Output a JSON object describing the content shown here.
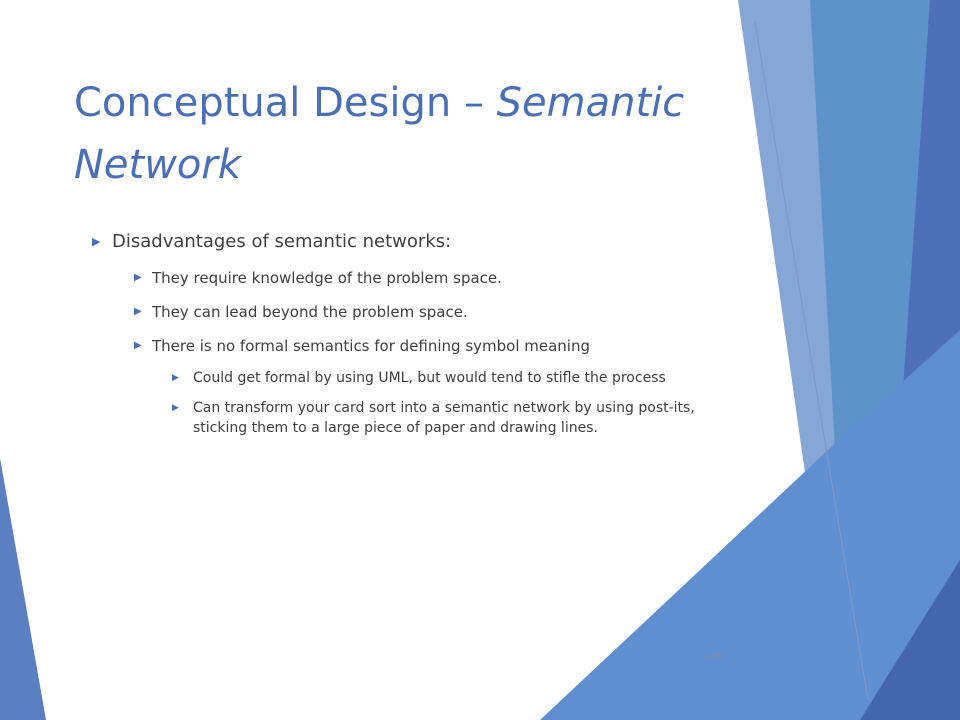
{
  "slide": {
    "title": {
      "prefix": "Conceptual Design – ",
      "emphasis": "Semantic Network"
    },
    "bullets": {
      "level1": "Disadvantages of semantic networks:",
      "level2": [
        "They require knowledge of the problem space.",
        "They can lead beyond the problem space.",
        "There is no formal semantics for defining symbol meaning"
      ],
      "level3": [
        "Could get formal by using UML, but would tend to stifle the process",
        "Can transform your card sort into a semantic network by using post-its, sticking them to a large piece of paper and drawing lines."
      ]
    },
    "page_number": "1-15",
    "bullet_glyph": "arrow-bullet-icon",
    "colors": {
      "accent": "#4a6fb5",
      "text": "#404040"
    }
  }
}
